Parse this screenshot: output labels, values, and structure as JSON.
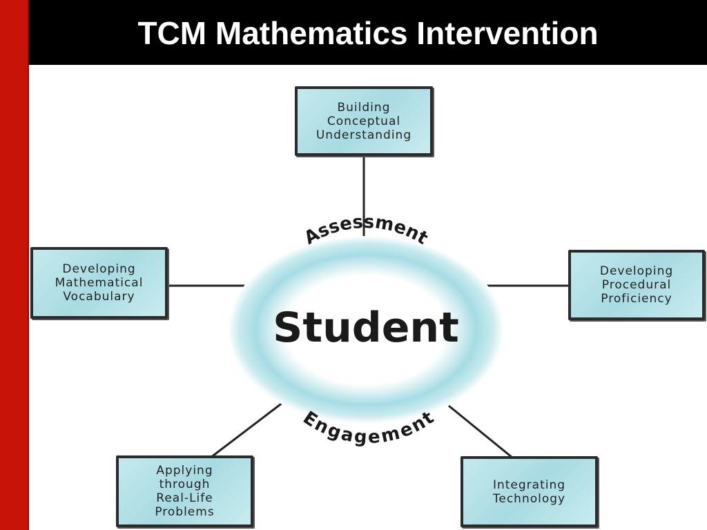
{
  "header": {
    "title": "TCM Mathematics Intervention"
  },
  "center": {
    "label": "Student",
    "top_arc_label": "Assessment",
    "bottom_arc_label": "Engagement"
  },
  "nodes": {
    "conceptual": "Building\nConceptual\nUnderstanding",
    "vocabulary": "Developing\nMathematical\nVocabulary",
    "procedural": "Developing\nProcedural\nProficiency",
    "real_life": "Applying\nthrough\nReal-Life\nProblems",
    "technology": "Integrating\nTechnology"
  },
  "colors": {
    "accent_red": "#c81408",
    "header_black": "#000000",
    "node_fill": "#b4e2e8",
    "ring_fill": "#a6dce4"
  }
}
